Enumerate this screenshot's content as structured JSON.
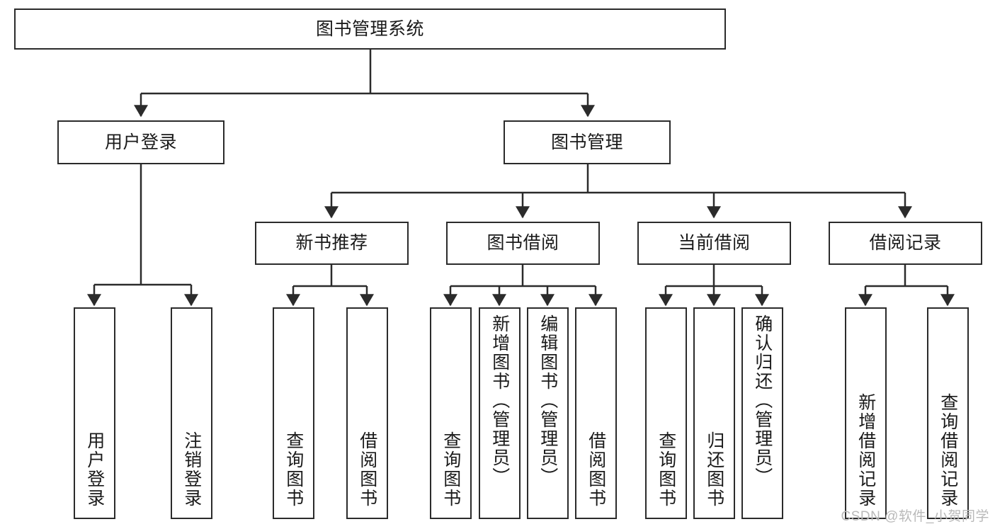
{
  "diagram": {
    "title": "图书管理系统",
    "type": "tree-hierarchy",
    "watermark": "CSDN @软件_小贺同学",
    "colors": {
      "stroke": "#2b2b2b",
      "fill": "#ffffff",
      "text": "#1a1a1a",
      "watermark": "#b9b9b9"
    },
    "nodes": {
      "root": {
        "label": "图书管理系统"
      },
      "level2": [
        {
          "id": "user-login",
          "label": "用户登录"
        },
        {
          "id": "book-manage",
          "label": "图书管理"
        }
      ],
      "level3": [
        {
          "id": "new-book-rec",
          "label": "新书推荐"
        },
        {
          "id": "book-borrow",
          "label": "图书借阅"
        },
        {
          "id": "current-borrow",
          "label": "当前借阅"
        },
        {
          "id": "borrow-record",
          "label": "借阅记录"
        }
      ],
      "leaves": {
        "user_login": [
          {
            "id": "leaf-user-login",
            "label": "用户登录"
          },
          {
            "id": "leaf-logout",
            "label": "注销登录"
          }
        ],
        "new_book_rec": [
          {
            "id": "leaf-query-book-1",
            "label": "查询图书"
          },
          {
            "id": "leaf-borrow-book-1",
            "label": "借阅图书"
          }
        ],
        "book_borrow": [
          {
            "id": "leaf-query-book-2",
            "label": "查询图书"
          },
          {
            "id": "leaf-add-book",
            "label": "新增图书（管理员）"
          },
          {
            "id": "leaf-edit-book",
            "label": "编辑图书（管理员）"
          },
          {
            "id": "leaf-borrow-book-2",
            "label": "借阅图书"
          }
        ],
        "current_borrow": [
          {
            "id": "leaf-query-book-3",
            "label": "查询图书"
          },
          {
            "id": "leaf-return-book",
            "label": "归还图书"
          },
          {
            "id": "leaf-confirm-return",
            "label": "确认归还（管理员）"
          }
        ],
        "borrow_record": [
          {
            "id": "leaf-add-record",
            "label": "新增借阅记录"
          },
          {
            "id": "leaf-query-record",
            "label": "查询借阅记录"
          }
        ]
      }
    }
  }
}
